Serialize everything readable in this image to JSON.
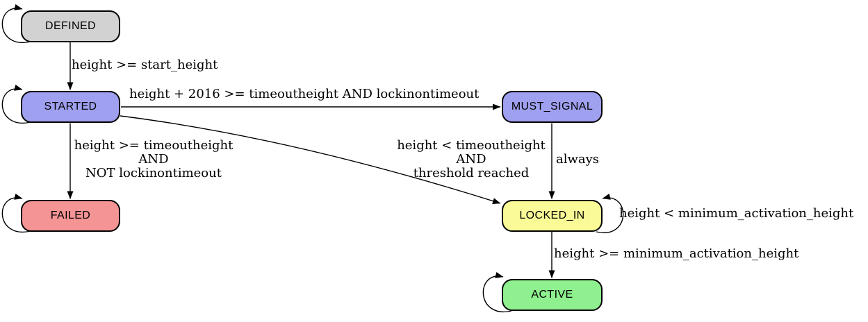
{
  "diagram": {
    "nodes": {
      "defined": {
        "label": "DEFINED",
        "fill": "#d2d2d2"
      },
      "started": {
        "label": "STARTED",
        "fill": "#a0a0f0"
      },
      "must_signal": {
        "label": "MUST_SIGNAL",
        "fill": "#a0a0f0"
      },
      "failed": {
        "label": "FAILED",
        "fill": "#f49494"
      },
      "locked_in": {
        "label": "LOCKED_IN",
        "fill": "#fafa96"
      },
      "active": {
        "label": "ACTIVE",
        "fill": "#8ef08e"
      }
    },
    "edges": {
      "defined_to_started": {
        "label": "height >= start_height"
      },
      "started_to_must_signal": {
        "label": "height + 2016 >= timeoutheight AND lockinontimeout"
      },
      "started_to_failed": {
        "line1": "height >= timeoutheight",
        "line2": "AND",
        "line3": "NOT lockinontimeout"
      },
      "started_to_locked_in": {
        "line1": "height < timeoutheight",
        "line2": "AND",
        "line3": "threshold reached"
      },
      "must_signal_to_locked_in": {
        "label": "always"
      },
      "locked_in_self_loop": {
        "label": "height < minimum_activation_height"
      },
      "locked_in_to_active": {
        "label": "height >= minimum_activation_height"
      }
    },
    "colors": {
      "edge_stroke": "#000000",
      "node_border": "#000000",
      "background": "#ffffff"
    }
  }
}
